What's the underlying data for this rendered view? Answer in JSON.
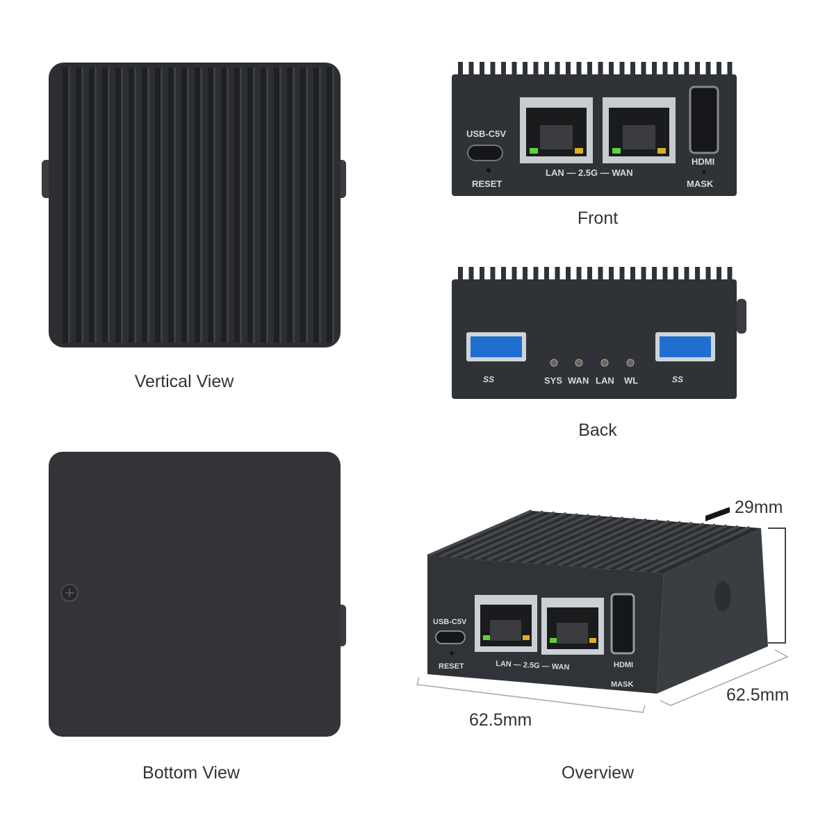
{
  "captions": {
    "vertical_view": "Vertical View",
    "front": "Front",
    "back": "Back",
    "bottom_view": "Bottom View",
    "overview": "Overview"
  },
  "dimensions": {
    "height": "29mm",
    "width": "62.5mm",
    "depth": "62.5mm"
  },
  "labels": {
    "usb_c": "USB-C5V",
    "reset": "RESET",
    "lan_wan": "LAN — 2.5G — WAN",
    "lan_wan_overview": "LAN — 2.5G — WAN",
    "hdmi": "HDMI",
    "mask": "MASK",
    "ss_left": "SS",
    "ss_right": "SS",
    "led_sys": "SYS",
    "led_wan": "WAN",
    "led_lan": "LAN",
    "led_wl": "WL"
  },
  "colors": {
    "case": "#2f3236",
    "case_dark": "#1f2124",
    "usb3_blue": "#1f6fd1",
    "led_green": "#5bd23a",
    "led_amber": "#e0b020"
  }
}
